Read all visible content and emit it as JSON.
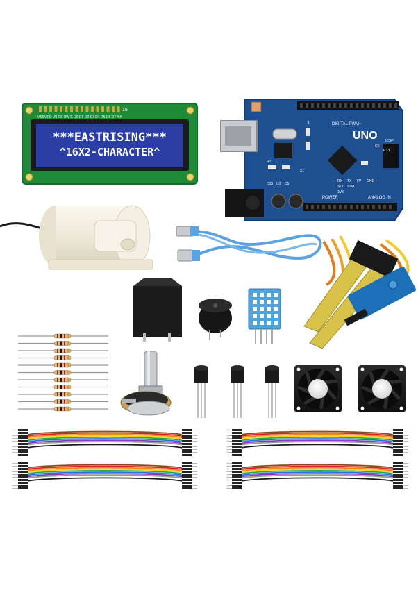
{
  "lcd": {
    "line1": "***EASTRISING***",
    "line2": "^16X2-CHARACTER^",
    "pin_header_end": "16",
    "pin_labels": "VSSVDD V0 RS RW E  D0 D1 D2 D3 D4 D5 D6 D7  A  K"
  },
  "arduino": {
    "model": "UNO",
    "silk_digital": "DIGITAL PWM~",
    "silk_power": "POWER",
    "silk_analog": "ANALOG IN",
    "silk_icsp": "ICSP",
    "silk_rx": "RX",
    "silk_tx": "TX",
    "silk_5v": "5V",
    "silk_gnd": "GND",
    "silk_scl": "SCL",
    "silk_sda": "SDA",
    "silk_3v3": "3V3",
    "silk_c6": "C6",
    "silk_r13": "R13",
    "silk_r1": "R1",
    "silk_x1": "X1",
    "silk_c13": "C13",
    "silk_u3": "U3",
    "silk_c5": "C5",
    "silk_l": "L"
  },
  "colors": {
    "pcb_green": "#1f8a3a",
    "lcd_blue": "#2b3ea6",
    "arduino_blue": "#1d4f91",
    "usb_cable": "#5aa2e0",
    "sensor_gold": "#d9c24a",
    "header_gold": "#c7a83f"
  },
  "items": [
    "16x2 LCD module",
    "Arduino UNO board",
    "Mini water pump",
    "USB cable",
    "Soil moisture sensor",
    "Relay",
    "Buzzer",
    "DHT11 sensor",
    "Resistors",
    "Potentiometer",
    "Transistors",
    "Cooling fans",
    "Jumper wire ribbons"
  ]
}
